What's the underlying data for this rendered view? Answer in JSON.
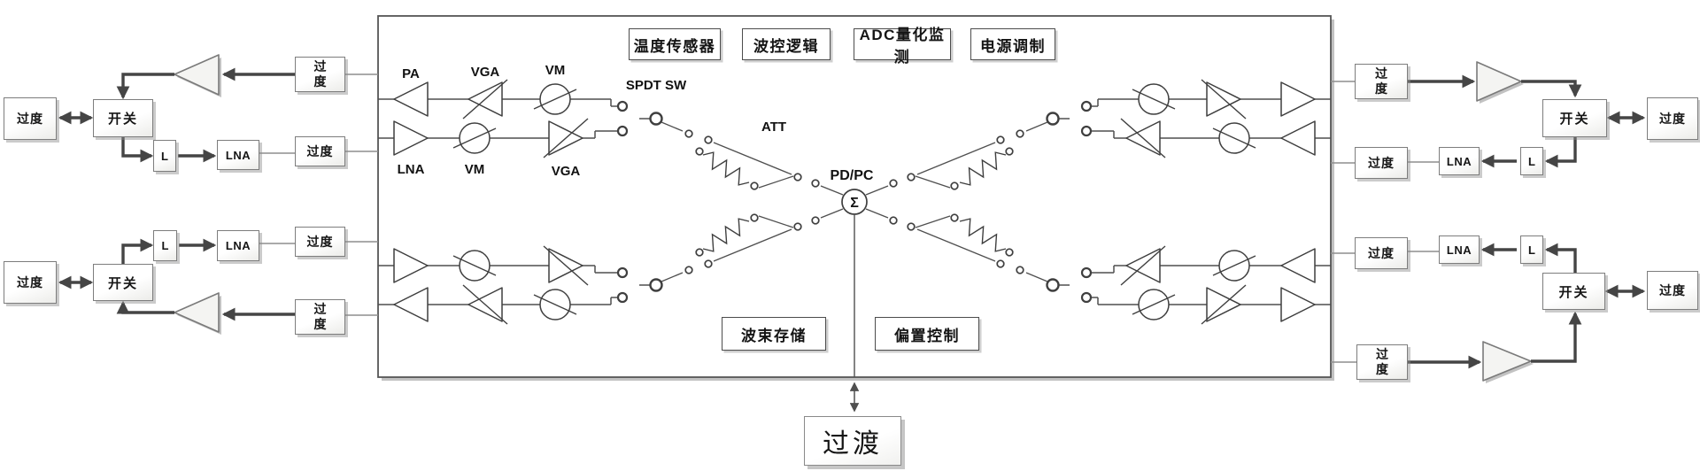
{
  "chip": {
    "top_modules": [
      "温度传感器",
      "波控逻辑",
      "ADC量化监测",
      "电源调制"
    ],
    "bottom_modules": [
      "波束存储",
      "偏置控制"
    ],
    "labels": {
      "pa": "PA",
      "vga_tx": "VGA",
      "vm_tx": "VM",
      "spdt_sw": "SPDT SW",
      "lna_rx": "LNA",
      "vm_rx": "VM",
      "vga_rx": "VGA",
      "att": "ATT",
      "pd_pc": "PD/PC",
      "sigma": "Σ"
    }
  },
  "io": {
    "transition": "过度",
    "switch": "开关",
    "limiter": "L",
    "lna": "LNA"
  },
  "bottom_port": {
    "transition": "过渡"
  },
  "colors": {
    "line": "#4f4f4f",
    "arrow": "#454545",
    "component_stroke": "#3f3f3f",
    "box_border": "#7d7d7d",
    "module_border": "#4c4c4c",
    "shadow": "#c2c2c2"
  }
}
